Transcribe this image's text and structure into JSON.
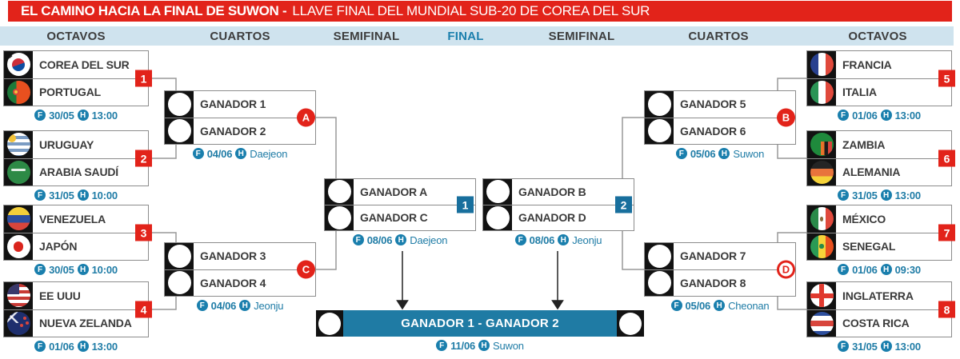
{
  "title": {
    "main": "EL CAMINO HACIA LA FINAL DE SUWON -",
    "sub": "LLAVE FINAL DEL MUNDIAL SUB-20 DE COREA DEL SUR"
  },
  "rounds": [
    "OCTAVOS",
    "CUARTOS",
    "SEMIFINAL",
    "FINAL",
    "SEMIFINAL",
    "CUARTOS",
    "OCTAVOS"
  ],
  "labels": {
    "f": "F",
    "h": "H"
  },
  "octavos": [
    {
      "num": "1",
      "team1": "COREA DEL SUR",
      "flag1": "south-korea",
      "team2": "PORTUGAL",
      "flag2": "portugal",
      "date": "30/05",
      "time": "13:00"
    },
    {
      "num": "2",
      "team1": "URUGUAY",
      "flag1": "uruguay",
      "team2": "ARABIA SAUDÍ",
      "flag2": "saudi-arabia",
      "date": "31/05",
      "time": "10:00"
    },
    {
      "num": "3",
      "team1": "VENEZUELA",
      "flag1": "venezuela",
      "team2": "JAPÓN",
      "flag2": "japan",
      "date": "30/05",
      "time": "10:00"
    },
    {
      "num": "4",
      "team1": "EE UUU",
      "flag1": "usa",
      "team2": "NUEVA ZELANDA",
      "flag2": "new-zealand",
      "date": "01/06",
      "time": "13:00"
    },
    {
      "num": "5",
      "team1": "FRANCIA",
      "flag1": "france",
      "team2": "ITALIA",
      "flag2": "italy",
      "date": "01/06",
      "time": "13:00"
    },
    {
      "num": "6",
      "team1": "ZAMBIA",
      "flag1": "zambia",
      "team2": "ALEMANIA",
      "flag2": "germany",
      "date": "31/05",
      "time": "13:00"
    },
    {
      "num": "7",
      "team1": "MÉXICO",
      "flag1": "mexico",
      "team2": "SENEGAL",
      "flag2": "senegal",
      "date": "01/06",
      "time": "09:30"
    },
    {
      "num": "8",
      "team1": "INGLATERRA",
      "flag1": "england",
      "team2": "COSTA RICA",
      "flag2": "costa-rica",
      "date": "31/05",
      "time": "13:00"
    }
  ],
  "cuartos": [
    {
      "letter": "A",
      "team1": "GANADOR 1",
      "team2": "GANADOR 2",
      "date": "04/06",
      "venue": "Daejeon"
    },
    {
      "letter": "C",
      "team1": "GANADOR 3",
      "team2": "GANADOR 4",
      "date": "04/06",
      "venue": "Jeonju"
    },
    {
      "letter": "B",
      "team1": "GANADOR 5",
      "team2": "GANADOR 6",
      "date": "05/06",
      "venue": "Suwon"
    },
    {
      "letter": "D",
      "team1": "GANADOR 7",
      "team2": "GANADOR 8",
      "date": "05/06",
      "venue": "Cheonan"
    }
  ],
  "semifinales": [
    {
      "num": "1",
      "team1": "GANADOR A",
      "team2": "GANADOR C",
      "date": "08/06",
      "venue": "Daejeon"
    },
    {
      "num": "2",
      "team1": "GANADOR B",
      "team2": "GANADOR D",
      "date": "08/06",
      "venue": "Jeonju"
    }
  ],
  "final": {
    "label": "GANADOR 1 - GANADOR 2",
    "date": "11/06",
    "venue": "Suwon"
  },
  "colors": {
    "red": "#e2231a",
    "teal": "#1f7ba4",
    "blue": "#1a7fad",
    "header_bg": "#cfe3ee",
    "line": "#999999",
    "text": "#3b3b3b"
  }
}
